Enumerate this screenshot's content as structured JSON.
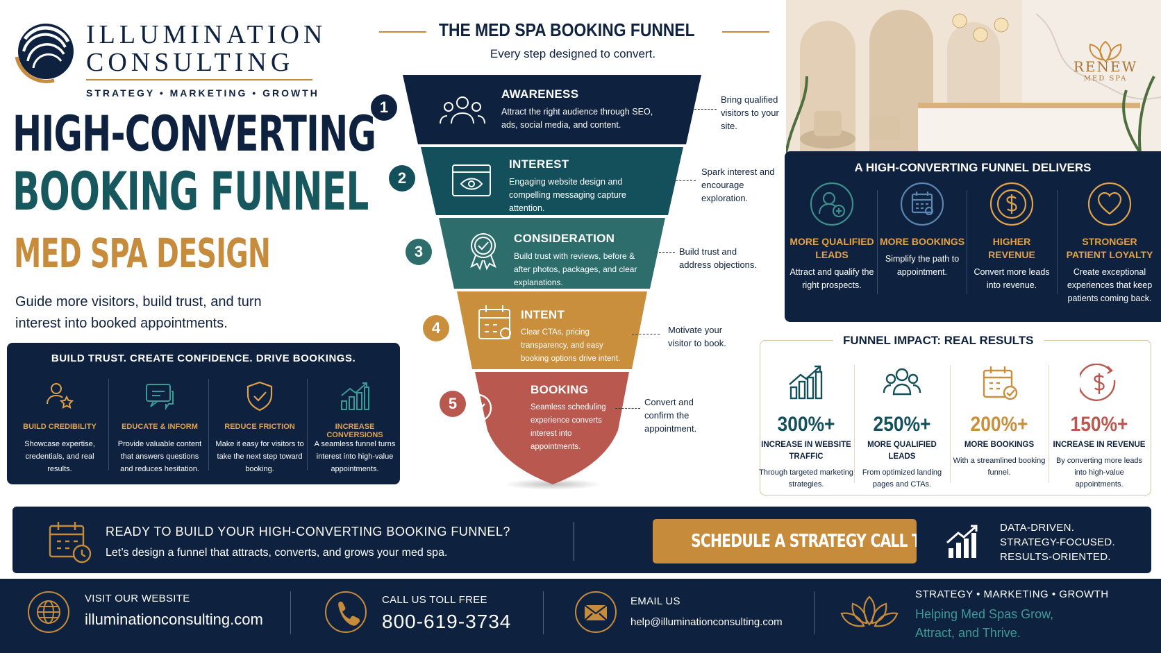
{
  "brand": {
    "name_line1": "ILLUMINATION",
    "name_line2": "CONSULTING",
    "tagline": "STRATEGY • MARKETING • GROWTH"
  },
  "headline": {
    "line1": "HIGH-CONVERTING",
    "line2": "BOOKING FUNNEL",
    "line3": "MED SPA DESIGN",
    "intro": "Guide more visitors, build trust, and turn interest into booked appointments."
  },
  "trust_panel": {
    "title": "BUILD TRUST. CREATE CONFIDENCE. DRIVE BOOKINGS.",
    "items": [
      {
        "icon": "credibility-icon",
        "title": "BUILD CREDIBILITY",
        "desc": "Showcase expertise, credentials, and real results."
      },
      {
        "icon": "chat-icon",
        "title": "EDUCATE & INFORM",
        "desc": "Provide valuable content that answers questions and reduces hesitation."
      },
      {
        "icon": "shield-check-icon",
        "title": "REDUCE FRICTION",
        "desc": "Make it easy for visitors to take the next step toward booking."
      },
      {
        "icon": "growth-chart-icon",
        "title": "INCREASE CONVERSIONS",
        "desc": "A seamless funnel turns interest into high-value appointments."
      }
    ]
  },
  "funnel": {
    "title": "THE MED SPA BOOKING FUNNEL",
    "subtitle": "Every step designed to convert.",
    "stages": [
      {
        "num": "1",
        "title": "AWARENESS",
        "desc": "Attract the right audience through SEO, ads, social media, and content.",
        "note": "Bring qualified visitors to your site.",
        "color": "#0e2240",
        "icon": "people-icon"
      },
      {
        "num": "2",
        "title": "INTEREST",
        "desc": "Engaging website design and compelling messaging capture attention.",
        "note": "Spark interest and encourage exploration.",
        "color": "#14505c",
        "icon": "browser-eye-icon"
      },
      {
        "num": "3",
        "title": "CONSIDERATION",
        "desc": "Build trust with reviews, before & after photos, packages, and clear explanations.",
        "note": "Build trust and address objections.",
        "color": "#2d6e6d",
        "icon": "award-badge-icon"
      },
      {
        "num": "4",
        "title": "INTENT",
        "desc": "Clear CTAs, pricing transparency, and easy booking options drive intent.",
        "note": "Motivate your visitor to book.",
        "color": "#c98f3d",
        "icon": "calendar-icon"
      },
      {
        "num": "5",
        "title": "BOOKING",
        "desc": "Seamless scheduling experience converts interest into appointments.",
        "note": "Convert and confirm the appointment.",
        "color": "#b9584f",
        "icon": "check-circle-icon"
      }
    ]
  },
  "photo": {
    "sign_line1": "RENEW",
    "sign_line2": "MED SPA"
  },
  "delivers": {
    "title": "A HIGH-CONVERTING FUNNEL DELIVERS",
    "items": [
      {
        "icon": "add-user-icon",
        "title": "MORE QUALIFIED LEADS",
        "desc": "Attract and qualify the right prospects.",
        "color": "#3d8f8a"
      },
      {
        "icon": "calendar-icon",
        "title": "MORE BOOKINGS",
        "desc": "Simplify the path to appointment.",
        "color": "#5a86b0"
      },
      {
        "icon": "dollar-icon",
        "title": "HIGHER REVENUE",
        "desc": "Convert more leads into revenue.",
        "color": "#e1a24a"
      },
      {
        "icon": "heart-icon",
        "title": "STRONGER PATIENT LOYALTY",
        "desc": "Create exceptional experiences that keep patients coming back.",
        "color": "#e1a24a"
      }
    ]
  },
  "impact": {
    "title": "FUNNEL IMPACT: REAL RESULTS",
    "items": [
      {
        "icon": "bar-growth-icon",
        "value": "300%+",
        "title": "INCREASE IN WEBSITE TRAFFIC",
        "desc": "Through targeted marketing strategies.",
        "color": "#14505c"
      },
      {
        "icon": "people-icon",
        "value": "250%+",
        "title": "MORE QUALIFIED LEADS",
        "desc": "From optimized landing pages and CTAs.",
        "color": "#14505c"
      },
      {
        "icon": "calendar-check-icon",
        "value": "200%+",
        "title": "MORE BOOKINGS",
        "desc": "With a streamlined booking funnel.",
        "color": "#c98f3d"
      },
      {
        "icon": "dollar-icon",
        "value": "150%+",
        "title": "INCREASE IN REVENUE",
        "desc": "By converting more leads into high-value appointments.",
        "color": "#b9584f"
      }
    ]
  },
  "cta": {
    "title": "READY TO BUILD YOUR HIGH-CONVERTING BOOKING FUNNEL?",
    "subtitle": "Let’s design a funnel that attracts, converts, and grows your med spa.",
    "button": "SCHEDULE A STRATEGY CALL TODAY",
    "right_line1": "DATA-DRIVEN.",
    "right_line2": "STRATEGY-FOCUSED.",
    "right_line3": "RESULTS-ORIENTED."
  },
  "footer": {
    "website_label": "VISIT OUR WEBSITE",
    "website": "illuminationconsulting.com",
    "phone_label": "CALL US TOLL FREE",
    "phone": "800-619-3734",
    "email_label": "EMAIL US",
    "email": "help@illuminationconsulting.com",
    "tagline": "STRATEGY • MARKETING • GROWTH",
    "slogan_line1": "Helping Med Spas Grow,",
    "slogan_line2": "Attract, and Thrive."
  },
  "colors": {
    "navy": "#0e2240",
    "teal": "#17585e",
    "gold": "#c68b3b",
    "red": "#b9584f"
  }
}
